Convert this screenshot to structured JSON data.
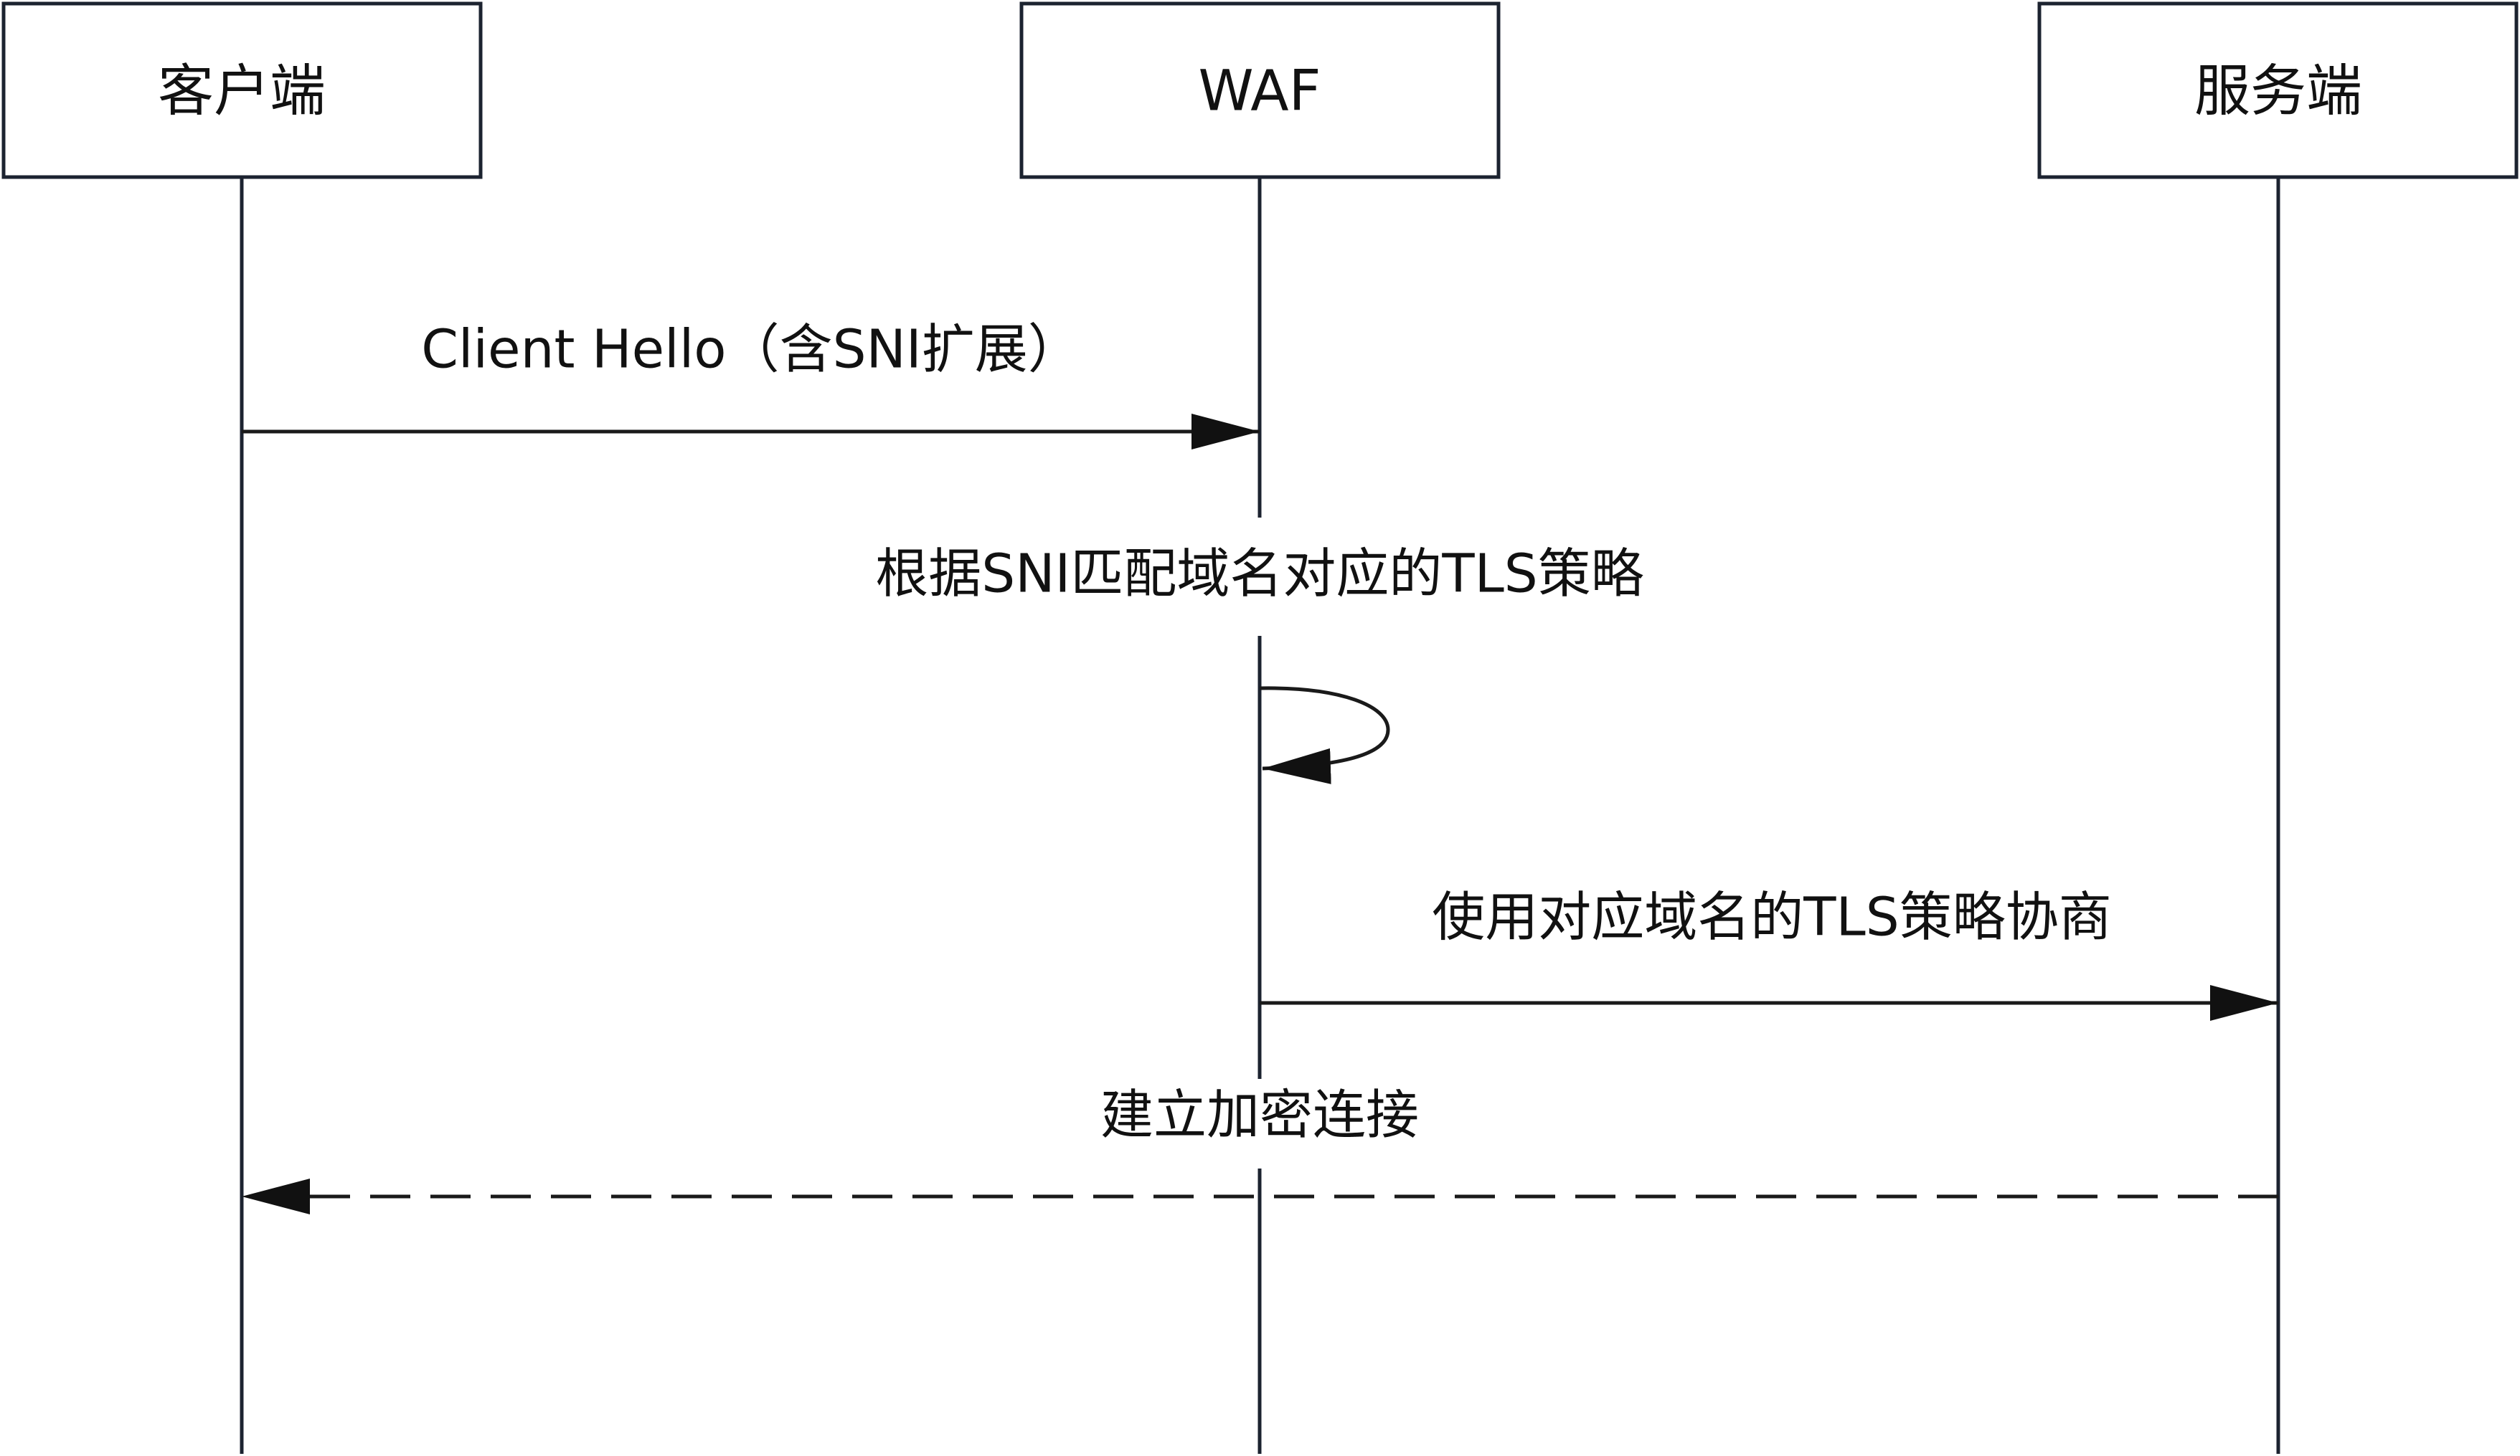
{
  "participants": [
    {
      "id": "client",
      "label": "客户端"
    },
    {
      "id": "waf",
      "label": "WAF"
    },
    {
      "id": "server",
      "label": "服务端"
    }
  ],
  "messages": [
    {
      "id": "client-hello",
      "from": "client",
      "to": "waf",
      "style": "solid",
      "label": "Client Hello（含SNI扩展）"
    },
    {
      "id": "match-policy",
      "from": "waf",
      "to": "waf",
      "style": "self",
      "label": "根据SNI匹配域名对应的TLS策略"
    },
    {
      "id": "negotiate",
      "from": "waf",
      "to": "server",
      "style": "solid",
      "label": "使用对应域名的TLS策略协商"
    },
    {
      "id": "establish",
      "from": "server",
      "to": "client",
      "style": "dashed",
      "label": "建立加密连接"
    }
  ]
}
